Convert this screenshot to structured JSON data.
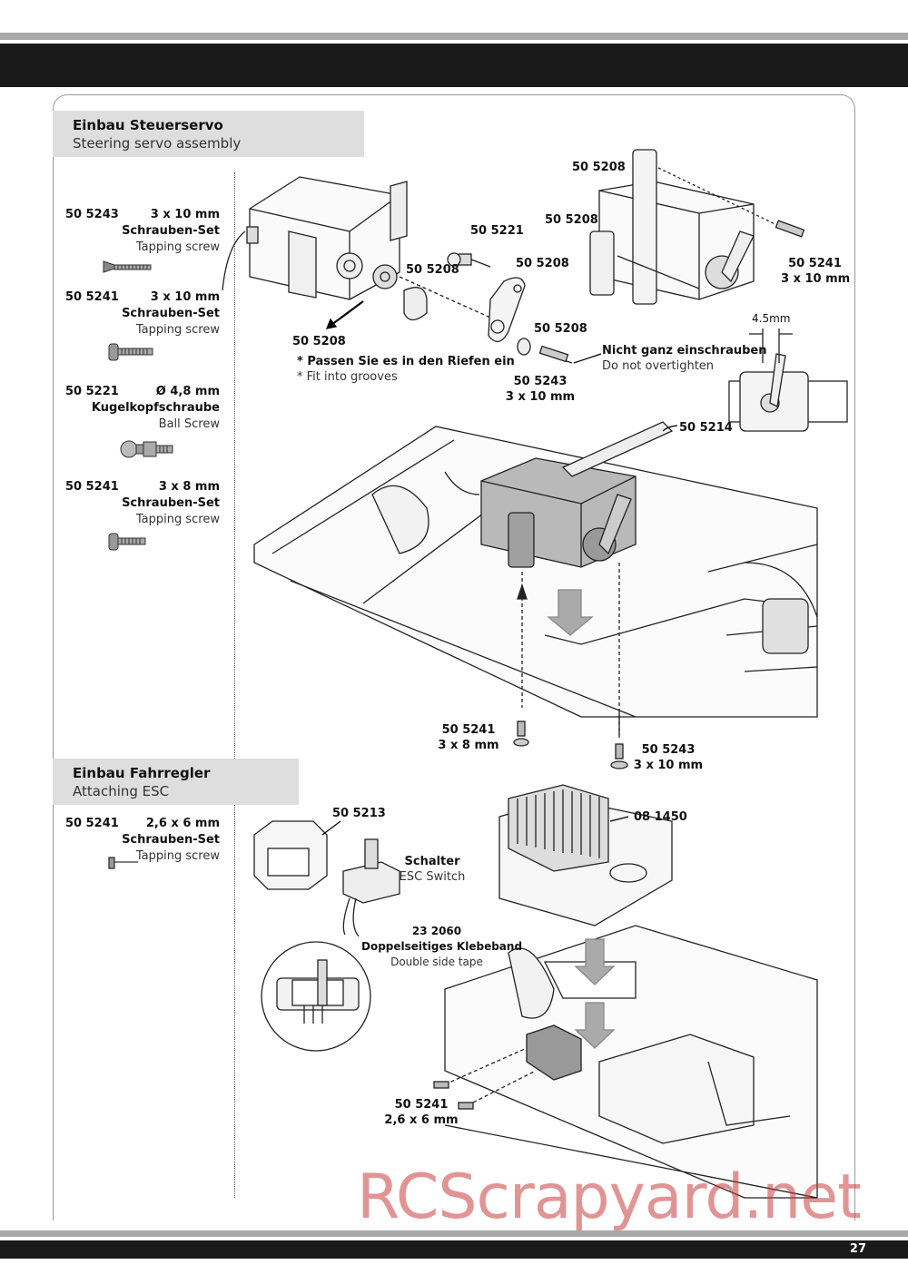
{
  "page_number": "27",
  "section1": {
    "title_de": "Einbau Steuerservo",
    "title_en": "Steering servo assembly",
    "parts": [
      {
        "code": "50 5243",
        "size": "3 x 10 mm",
        "name": "Schrauben-Set",
        "desc": "Tapping screw"
      },
      {
        "code": "50 5241",
        "size": "3 x 10 mm",
        "name": "Schrauben-Set",
        "desc": "Tapping screw"
      },
      {
        "code": "50 5221",
        "size": "Ø 4,8 mm",
        "name": "Kugelkopfschraube",
        "desc": "Ball Screw"
      },
      {
        "code": "50 5241",
        "size": "3 x 8 mm",
        "name": "Schrauben-Set",
        "desc": "Tapping screw"
      }
    ],
    "callouts": {
      "c_5208_top": "50 5208",
      "c_5208_left": "50 5208",
      "c_5241_right": "50 5241",
      "c_5241_right_size": "3 x 10 mm",
      "c_5221": "50 5221",
      "c_5208_mid": "50 5208",
      "c_5208_arm": "50 5208",
      "c_5208_washer": "50 5208",
      "c_5208_bottom": "50 5208",
      "note_de": "* Passen Sie es in den Riefen ein",
      "note_en": "* Fit into grooves",
      "warn_de": "Nicht ganz einschrauben",
      "warn_en": "Do not overtighten",
      "c_5243": "50 5243",
      "c_5243_size": "3 x 10 mm",
      "dim": "4.5mm",
      "c_5214": "50 5214",
      "c_5241_bottom": "50 5241",
      "c_5241_bottom_size": "3 x 8 mm",
      "c_5243_bottom": "50 5243",
      "c_5243_bottom_size": "3 x 10 mm"
    }
  },
  "section2": {
    "title_de": "Einbau Fahrregler",
    "title_en": "Attaching ESC",
    "parts": [
      {
        "code": "50 5241",
        "size": "2,6 x 6 mm",
        "name": "Schrauben-Set",
        "desc": "Tapping screw"
      }
    ],
    "callouts": {
      "c_5213": "50 5213",
      "switch_de": "Schalter",
      "switch_en": "ESC Switch",
      "c_1450": "08 1450",
      "tape_code": "23 2060",
      "tape_de": "Doppelseitiges Klebeband",
      "tape_en": "Double side tape",
      "c_5241": "50 5241",
      "c_5241_size": "2,6 x 6 mm"
    }
  },
  "watermark": "RCScrapyard.net"
}
